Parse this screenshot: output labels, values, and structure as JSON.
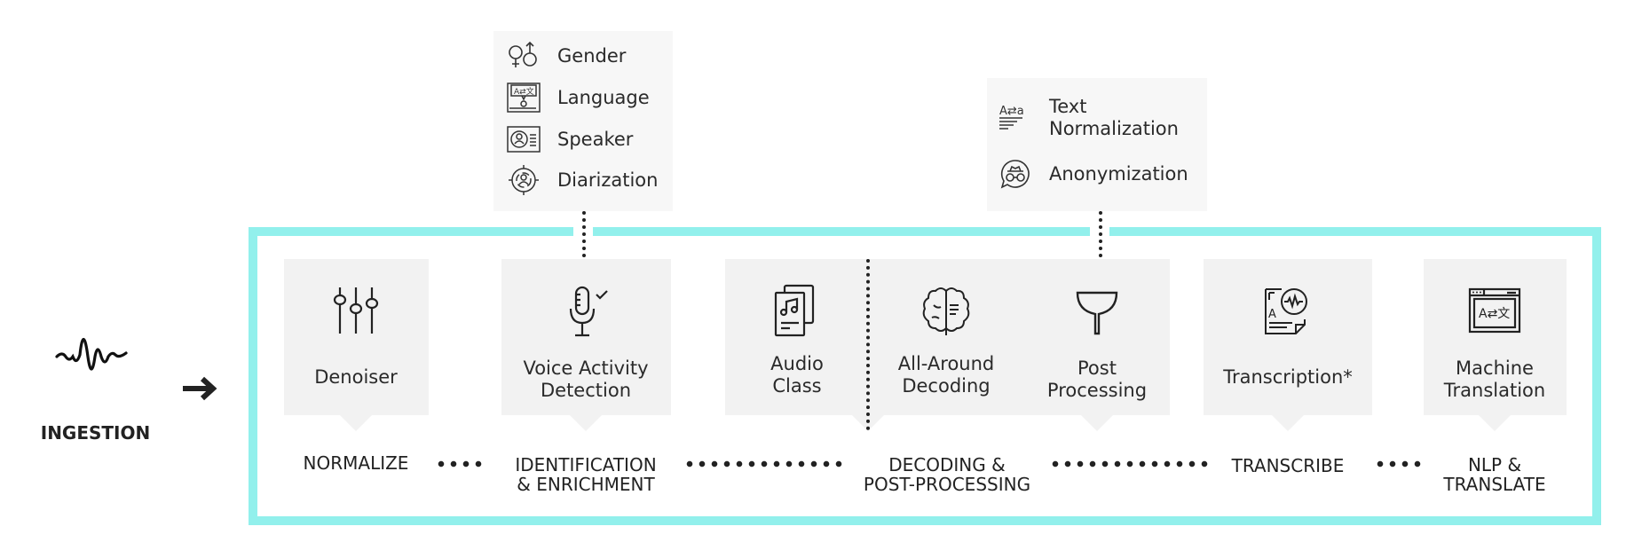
{
  "ingestion": {
    "label": "INGESTION",
    "icon": "sound-wave-icon",
    "arrow_icon": "arrow-right-icon"
  },
  "identification_features": [
    {
      "label": "Gender",
      "icon": "gender-icon"
    },
    {
      "label": "Language",
      "icon": "language-icon"
    },
    {
      "label": "Speaker",
      "icon": "speaker-id-icon"
    },
    {
      "label": "Diarization",
      "icon": "diarization-icon"
    }
  ],
  "postprocessing_features": [
    {
      "label": "Text Normalization",
      "line1": "Text",
      "line2": "Normalization",
      "icon": "text-normalization-icon"
    },
    {
      "label": "Anonymization",
      "icon": "anonymization-icon"
    }
  ],
  "modules": [
    {
      "label": "Denoiser",
      "icon": "sliders-icon"
    },
    {
      "label": "Voice Activity Detection",
      "line1": "Voice Activity",
      "line2": "Detection",
      "icon": "microphone-check-icon"
    },
    {
      "label": "Audio Class",
      "line1": "Audio",
      "line2": "Class",
      "icon": "audio-file-icon"
    },
    {
      "label": "All-Around Decoding",
      "line1": "All-Around",
      "line2": "Decoding",
      "icon": "brain-icon"
    },
    {
      "label": "Post Processing",
      "line1": "Post",
      "line2": "Processing",
      "icon": "funnel-icon"
    },
    {
      "label": "Transcription*",
      "icon": "transcription-icon"
    },
    {
      "label": "Machine Translation",
      "line1": "Machine",
      "line2": "Translation",
      "icon": "translate-window-icon"
    }
  ],
  "stages": [
    {
      "label": "NORMALIZE"
    },
    {
      "line1": "IDENTIFICATION",
      "line2": "& ENRICHMENT"
    },
    {
      "line1": "DECODING &",
      "line2": "POST-PROCESSING"
    },
    {
      "label": "TRANSCRIBE"
    },
    {
      "line1": "NLP &",
      "line2": "TRANSLATE"
    }
  ],
  "colors": {
    "frame": "#92F0EC",
    "card": "#F2F2F2",
    "popup": "#F7F7F7",
    "ink": "#222222"
  }
}
